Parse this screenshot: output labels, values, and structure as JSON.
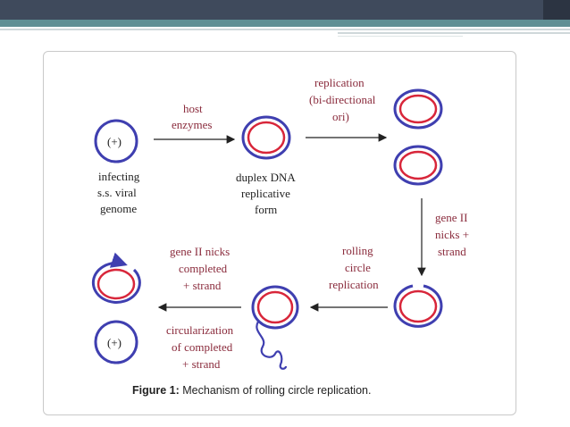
{
  "colors": {
    "outer_strand": "#3f3fb0",
    "inner_strand": "#d8263a",
    "arrow": "#222222",
    "label": "#8a2b3c"
  },
  "labels": {
    "plus_sign_1": "(+)",
    "plus_sign_2": "(+)",
    "host_enzymes_1": "host",
    "host_enzymes_2": "enzymes",
    "replication_1": "replication",
    "replication_2": "(bi-directional",
    "replication_3": "ori)",
    "infecting_1": "infecting",
    "infecting_2": "s.s. viral",
    "infecting_3": "genome",
    "duplex_1": "duplex DNA",
    "duplex_2": "replicative",
    "duplex_3": "form",
    "gene_nicks_1": "gene II",
    "gene_nicks_2": "nicks +",
    "gene_nicks_3": "strand",
    "gene_completed_1": "gene II nicks",
    "gene_completed_2": "completed",
    "gene_completed_3": "+ strand",
    "rolling_1": "rolling",
    "rolling_2": "circle",
    "rolling_3": "replication",
    "circ_1": "circularization",
    "circ_2": "of completed",
    "circ_3": "+ strand"
  },
  "caption": {
    "prefix": "Figure 1:",
    "text": " Mechanism of rolling circle replication."
  }
}
